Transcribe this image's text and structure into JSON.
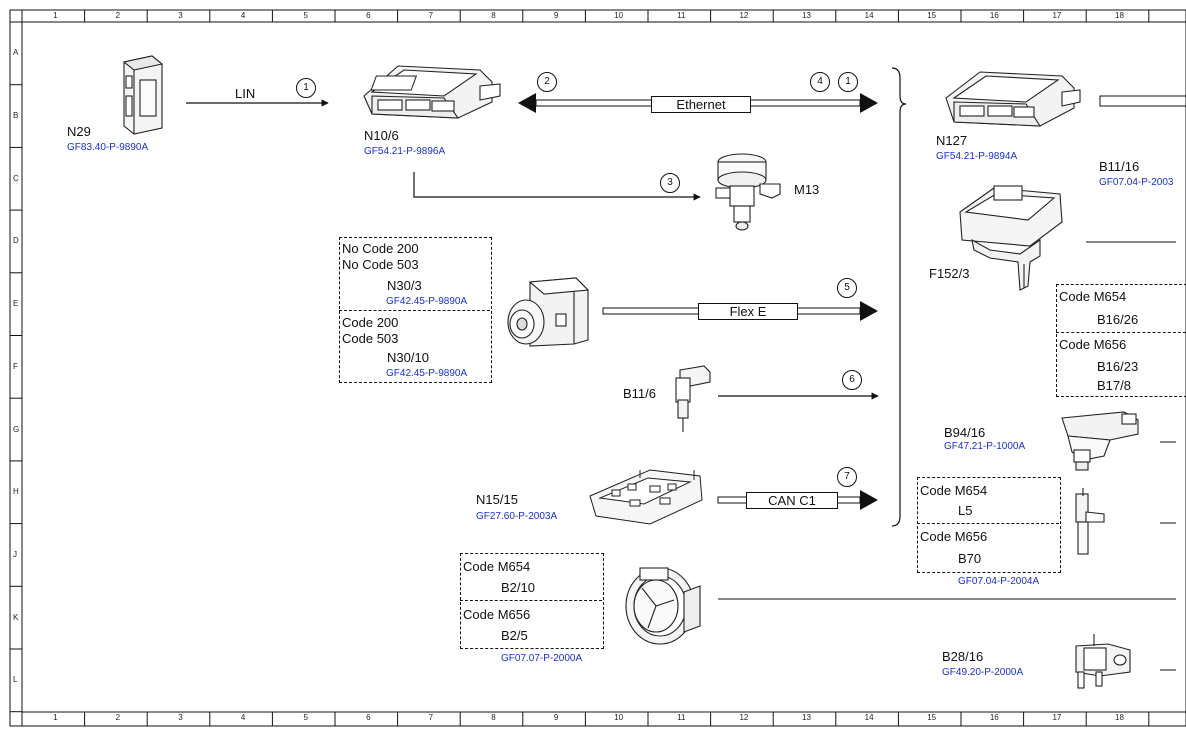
{
  "ruler": {
    "columns": [
      "1",
      "2",
      "3",
      "4",
      "5",
      "6",
      "7",
      "8",
      "9",
      "10",
      "11",
      "12",
      "13",
      "14",
      "15",
      "16",
      "17",
      "18"
    ],
    "rows": [
      "A",
      "B",
      "C",
      "D",
      "E",
      "F",
      "G",
      "H",
      "J",
      "K",
      "L"
    ]
  },
  "components": {
    "n29": {
      "name": "N29",
      "ref": "GF83.40-P-9890A"
    },
    "n10_6": {
      "name": "N10/6",
      "ref": "GF54.21-P-9896A"
    },
    "m13": {
      "name": "M13"
    },
    "n30_3_group": {
      "line1": "No Code 200",
      "line2": "No Code 503",
      "name": "N30/3",
      "ref": "GF42.45-P-9890A"
    },
    "n30_10_group": {
      "line1": "Code 200",
      "line2": "Code 503",
      "name": "N30/10",
      "ref": "GF42.45-P-9890A"
    },
    "b11_6": {
      "name": "B11/6"
    },
    "n15_15": {
      "name": "N15/15",
      "ref": "GF27.60-P-2003A"
    },
    "b2_group": {
      "code1": "Code M654",
      "name1": "B2/10",
      "code2": "Code M656",
      "name2": "B2/5",
      "ref": "GF07.07-P-2000A"
    },
    "n127": {
      "name": "N127",
      "ref": "GF54.21-P-9894A"
    },
    "b11_16": {
      "name": "B11/16",
      "ref": "GF07.04-P-2003"
    },
    "f152_3": {
      "name": "F152/3"
    },
    "b16_group": {
      "code1": "Code M654",
      "name1": "B16/26",
      "code2": "Code M656",
      "name2a": "B16/23",
      "name2b": "B17/8"
    },
    "b94_16": {
      "name": "B94/16",
      "ref": "GF47.21-P-1000A"
    },
    "l5_group": {
      "code1": "Code M654",
      "name1": "L5",
      "code2": "Code M656",
      "name2": "B70",
      "ref": "GF07.04-P-2004A"
    },
    "b28_16": {
      "name": "B28/16",
      "ref": "GF49.20-P-2000A"
    }
  },
  "connections": {
    "lin": {
      "label": "LIN",
      "number": "1"
    },
    "ethernet": {
      "label": "Ethernet",
      "number_left": "2",
      "number_right_a": "4",
      "number_right_b": "1"
    },
    "m13_link": {
      "number": "3"
    },
    "flex_e": {
      "label": "Flex E",
      "number": "5"
    },
    "b11_6_link": {
      "number": "6"
    },
    "can_c1": {
      "label": "CAN C1",
      "number": "7"
    }
  },
  "colors": {
    "line": "#111111",
    "reference": "#1a2fd0",
    "background": "#ffffff"
  }
}
